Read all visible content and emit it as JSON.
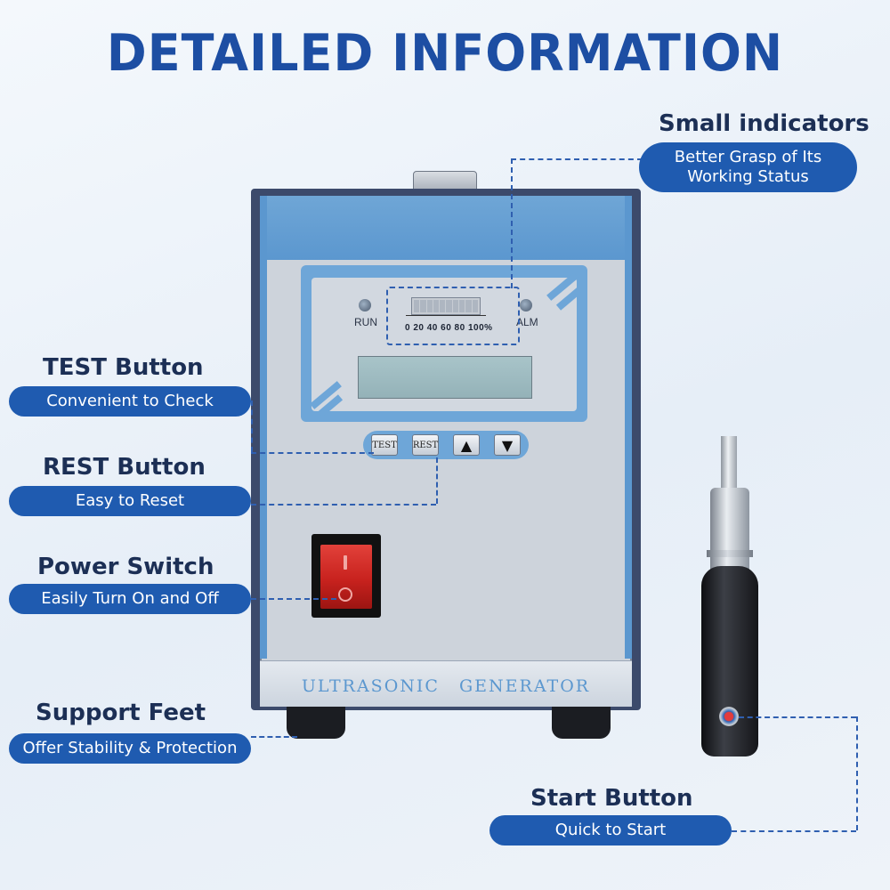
{
  "title": "DETAILED INFORMATION",
  "callouts": {
    "indicators": {
      "title": "Small indicators",
      "desc_line1": "Better Grasp of Its",
      "desc_line2": "Working Status"
    },
    "test": {
      "title": "TEST Button",
      "desc": "Convenient to Check"
    },
    "rest": {
      "title": "REST Button",
      "desc": "Easy to Reset"
    },
    "power": {
      "title": "Power Switch",
      "desc": "Easily Turn On and Off"
    },
    "feet": {
      "title": "Support Feet",
      "desc": "Offer Stability & Protection"
    },
    "start": {
      "title": "Start Button",
      "desc": "Quick to Start"
    }
  },
  "device": {
    "run_label": "RUN",
    "alm_label": "ALM",
    "scale": "0 20 40 60 80 100%",
    "test_key": "TEST",
    "rest_key": "REST",
    "up_key": "▲",
    "down_key": "▼",
    "label": "ULTRASONIC GENERATOR"
  },
  "colors": {
    "accent": "#1f5bb0",
    "title": "#1d4ea3",
    "panel_blue": "#6ea6d8"
  }
}
